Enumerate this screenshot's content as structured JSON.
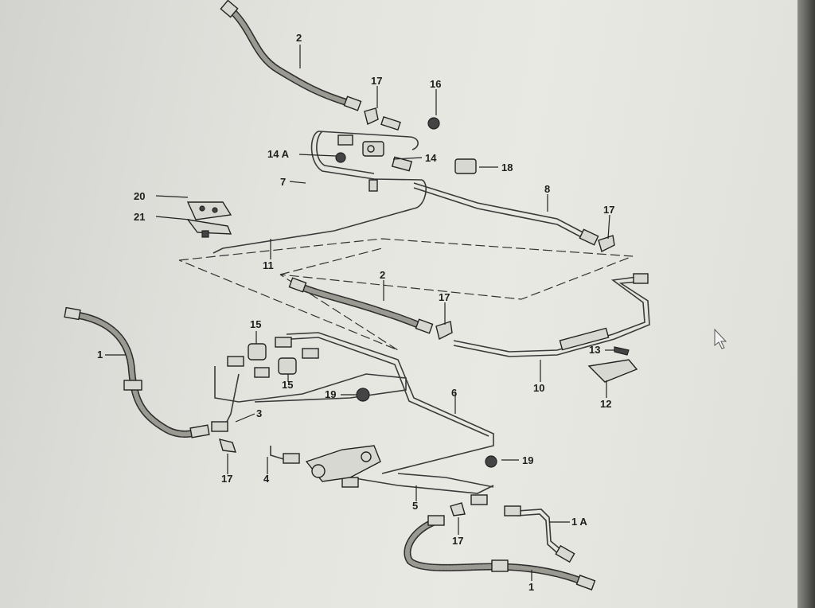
{
  "labels": {
    "l2_top": "2",
    "l17_a": "17",
    "l16": "16",
    "l14a": "14 A",
    "l14": "14",
    "l18": "18",
    "l7": "7",
    "l20": "20",
    "l21": "21",
    "l8": "8",
    "l17_b": "17",
    "l11": "11",
    "l2_mid": "2",
    "l17_c": "17",
    "l15_a": "15",
    "l1_left": "1",
    "l15_b": "15",
    "l13": "13",
    "l10": "10",
    "l19_a": "19",
    "l6": "6",
    "l3": "3",
    "l12": "12",
    "l17_d": "17",
    "l4": "4",
    "l19_b": "19",
    "l5": "5",
    "l1a": "1 A",
    "l17_e": "17",
    "l1_bottom": "1"
  },
  "colors": {
    "paper": "#e6e6e0",
    "ink": "#2a2a2a"
  },
  "icons": [
    "mouse-cursor-icon"
  ]
}
